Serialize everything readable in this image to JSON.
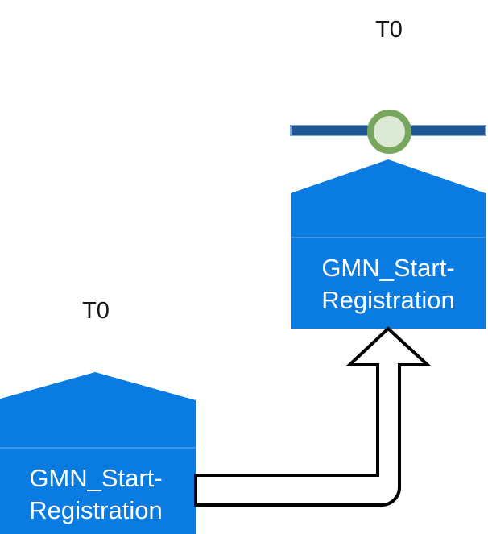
{
  "diagram": {
    "type": "process-mapping-diagram",
    "background_color": "#ffffff",
    "colors": {
      "node_fill": "#0A7BE0",
      "node_divider": "#3F96E8",
      "node_text": "#ffffff",
      "lane_line": "#1F5592",
      "lane_line_border": "#7FA9D4",
      "marker_ring": "#77A65C",
      "marker_fill": "#DCE9D5",
      "connector_stroke": "#000000",
      "connector_fill": "#ffffff",
      "label_text": "#161616"
    },
    "lanes": [
      {
        "id": "lane-top",
        "label": "T0",
        "has_line": true,
        "has_marker": true,
        "marker_shape": "circle"
      }
    ],
    "labels": [
      {
        "id": "label-top",
        "text": "T0"
      },
      {
        "id": "label-bottom",
        "text": "T0"
      }
    ],
    "nodes": [
      {
        "id": "node-target",
        "shape": "pentagon-up",
        "text": "GMN_Start-Registration",
        "text_lines": [
          "GMN_Start-",
          "Registration"
        ],
        "position": "top-right"
      },
      {
        "id": "node-source",
        "shape": "pentagon-up",
        "text": "GMN_Start-Registration",
        "text_lines": [
          "GMN_Start-",
          "Registration"
        ],
        "position": "bottom-left"
      }
    ],
    "connectors": [
      {
        "id": "connector-source-to-target",
        "style": "block-arrow-outline",
        "from": "node-source",
        "to": "node-target",
        "direction": "up",
        "arrowhead": "open-triangle"
      }
    ]
  }
}
